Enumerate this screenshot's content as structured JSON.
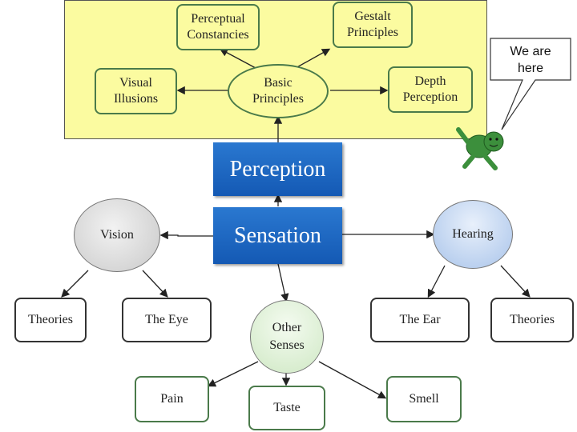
{
  "nodes": {
    "perceptual_constancies": "Perceptual\nConstancies",
    "gestalt_principles": "Gestalt\nPrinciples",
    "visual_illusions": "Visual\nIllusions",
    "basic_principles": "Basic\nPrinciples",
    "depth_perception": "Depth\nPerception",
    "perception": "Perception",
    "sensation": "Sensation",
    "vision": "Vision",
    "hearing": "Hearing",
    "theories_left": "Theories",
    "the_eye": "The Eye",
    "other_senses": "Other\nSenses",
    "the_ear": "The Ear",
    "theories_right": "Theories",
    "pain": "Pain",
    "taste": "Taste",
    "smell": "Smell"
  },
  "callout": {
    "text": "We are\nhere"
  },
  "colors": {
    "panel": "#fbfba0",
    "box_border": "#4a7a4a",
    "blue": "#1a66c4",
    "turtle": "#3c8f3c"
  },
  "icons": {
    "turtle": "turtle-icon"
  }
}
